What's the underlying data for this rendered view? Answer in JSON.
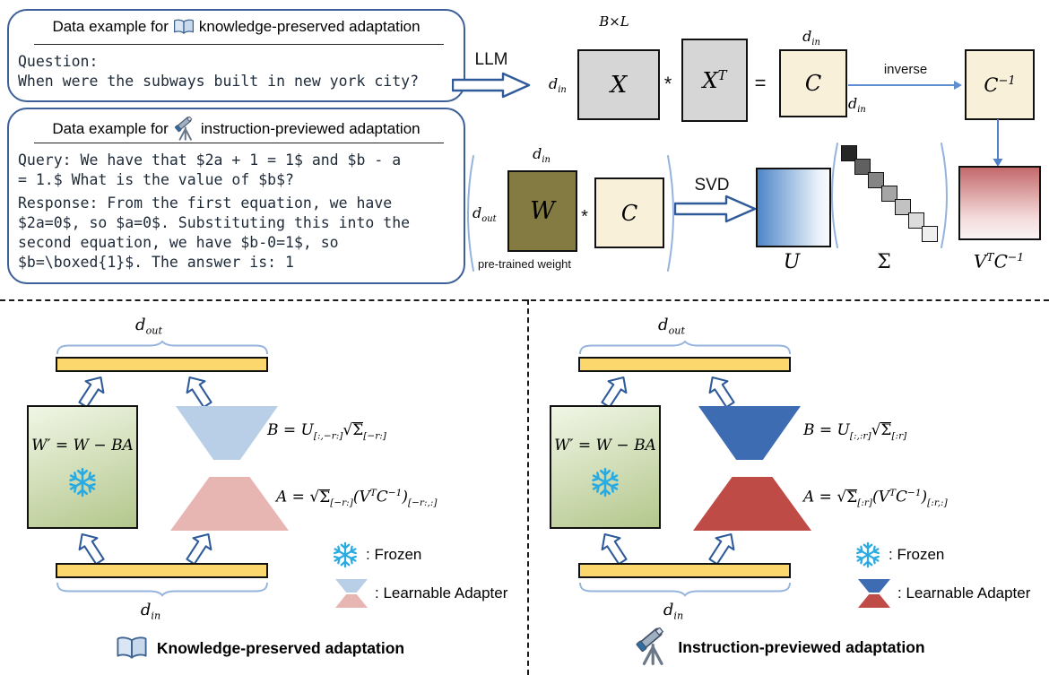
{
  "colors": {
    "box_border": "#3d6098",
    "snowflake": "#29abe2",
    "bar_yellow": "#fbd76e",
    "frozen_green_light": "#eef4e0",
    "frozen_green_dark": "#b3c78c",
    "adapter_blue_light": "#b9cfe8",
    "adapter_red_light": "#e7b5b2",
    "adapter_blue_dark": "#3d6cb2",
    "adapter_red_dark": "#bf4b46",
    "matrix_gray": "#d6d6d6",
    "matrix_cream": "#f8f0d9",
    "w_olive": "#847b42",
    "u_gradient_blue": "#5c90cd",
    "vtc_gradient_red": "#c4696b",
    "block_arrow_outline": "#2f5b9b",
    "thin_arrow_blue": "#4f80c8",
    "brace_blue": "#94b3dd"
  },
  "example_boxes": {
    "knowledge": {
      "title_prefix": "Data example for",
      "title_suffix": "knowledge-preserved adaptation",
      "body": "Question:\nWhen were the subways built in new york city?"
    },
    "instruction": {
      "title_prefix": "Data example for",
      "title_suffix": "instruction-previewed adaptation",
      "query": "Query: We have that $2a + 1 = 1$ and $b - a\n= 1.$ What is the value of $b$?",
      "response": "Response: From the first equation, we have\n$2a=0$, so $a=0$. Substituting this into the\nsecond equation, we have $b-0=1$, so\n$b=\\boxed{1}$. The answer is: 1"
    }
  },
  "pipeline": {
    "llm": "LLM",
    "bxl": "B×L",
    "din": {
      "d": "d",
      "s": "in"
    },
    "dout": {
      "d": "d",
      "s": "out"
    },
    "X": "X",
    "star": "*",
    "XT": {
      "p1": "X",
      "x1": "T"
    },
    "eq": "=",
    "C": "C",
    "inverse": "inverse",
    "Cinv": {
      "p1": "C",
      "x1": "−1"
    },
    "W": "W",
    "pretrained": "pre-trained weight",
    "svd": "SVD",
    "U": "U",
    "Sigma": "Σ",
    "VTC": {
      "p1": "V",
      "x1": "T",
      "p2": "C",
      "x2": "−1"
    }
  },
  "panels": {
    "left": {
      "w_prime": "W′ = W − BA",
      "b": {
        "p1": "B = U",
        "s1": "[:,−r:]",
        "rad": "√",
        "ov": "Σ",
        "s2": "[−r:]"
      },
      "a": {
        "p1": "A = ",
        "rad": "√",
        "ov": "Σ",
        "s1": "[−r:]",
        "p2": "(V",
        "x1": "T",
        "p3": "C",
        "x2": "−1",
        "p4": ")",
        "s2": "[−r:,:]"
      },
      "caption": "Knowledge-preserved adaptation"
    },
    "right": {
      "w_prime": "W′ = W − BA",
      "b": {
        "p1": "B = U",
        "s1": "[:,:r]",
        "rad": "√",
        "ov": "Σ",
        "s2": "[:r]"
      },
      "a": {
        "p1": "A = ",
        "rad": "√",
        "ov": "Σ",
        "s1": "[:r]",
        "p2": "(V",
        "x1": "T",
        "p3": "C",
        "x2": "−1",
        "p4": ")",
        "s2": "[:r,:]"
      },
      "caption": "Instruction-previewed adaptation"
    },
    "legend": {
      "frozen": ": Frozen",
      "adapter": ": Learnable Adapter"
    }
  }
}
